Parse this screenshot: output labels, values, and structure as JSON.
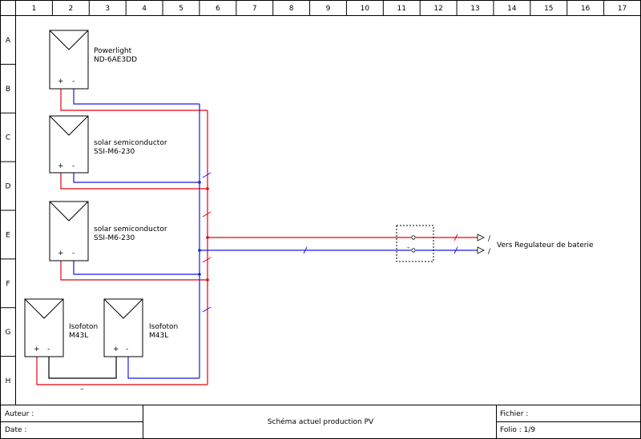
{
  "grid": {
    "columns": [
      "1",
      "2",
      "3",
      "4",
      "5",
      "6",
      "7",
      "8",
      "9",
      "10",
      "11",
      "12",
      "13",
      "14",
      "15",
      "16",
      "17"
    ],
    "rows": [
      "A",
      "B",
      "C",
      "D",
      "E",
      "F",
      "G",
      "H"
    ]
  },
  "panels": [
    {
      "id": "p1",
      "model_line1": "Powerlight",
      "model_line2": "ND-6AE3DD",
      "plus": "+",
      "minus": "-"
    },
    {
      "id": "p2",
      "model_line1": "solar semiconductor",
      "model_line2": "SSI-M6-230",
      "plus": "+",
      "minus": "-"
    },
    {
      "id": "p3",
      "model_line1": "solar semiconductor",
      "model_line2": "SSI-M6-230",
      "plus": "+",
      "minus": "-"
    },
    {
      "id": "p4",
      "model_line1": "",
      "model_line2": "",
      "plus": "+",
      "minus": "-"
    },
    {
      "id": "p5",
      "model_line1": "Isofoton",
      "model_line2": "M43L",
      "plus": "+",
      "minus": "-"
    }
  ],
  "labels": {
    "p4_label_line1": "Isofoton",
    "p4_label_line2": "M43L",
    "output": "Vers Regulateur de baterie",
    "slash_top": "/",
    "slash_bottom": "/",
    "bottom_minus": "–",
    "box_minus": "-"
  },
  "cartouche": {
    "auteur": "Auteur :",
    "date": "Date :",
    "title": "Schéma actuel production PV",
    "fichier": "Fichier :",
    "folio": "Folio : 1/9"
  },
  "colors": {
    "positive": "#e8000b",
    "negative": "#1a1ae6",
    "frame": "#000000"
  }
}
